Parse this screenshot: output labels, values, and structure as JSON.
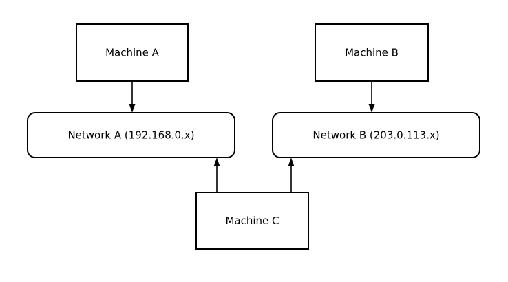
{
  "diagram": {
    "background_color": "#ffffff",
    "stroke_color": "#000000",
    "text_color": "#000000",
    "nodes": {
      "machine_a": {
        "label": "Machine A",
        "shape": "rectangle"
      },
      "machine_b": {
        "label": "Machine B",
        "shape": "rectangle"
      },
      "network_a": {
        "label": "Network A (192.168.0.x)",
        "shape": "rounded-rectangle"
      },
      "network_b": {
        "label": "Network B (203.0.113.x)",
        "shape": "rounded-rectangle"
      },
      "machine_c": {
        "label": "Machine C",
        "shape": "rectangle"
      }
    },
    "edges": [
      {
        "from": "machine_a",
        "to": "network_a",
        "direction": "down"
      },
      {
        "from": "machine_b",
        "to": "network_b",
        "direction": "down"
      },
      {
        "from": "machine_c",
        "to": "network_a",
        "direction": "up"
      },
      {
        "from": "machine_c",
        "to": "network_b",
        "direction": "up"
      }
    ]
  }
}
